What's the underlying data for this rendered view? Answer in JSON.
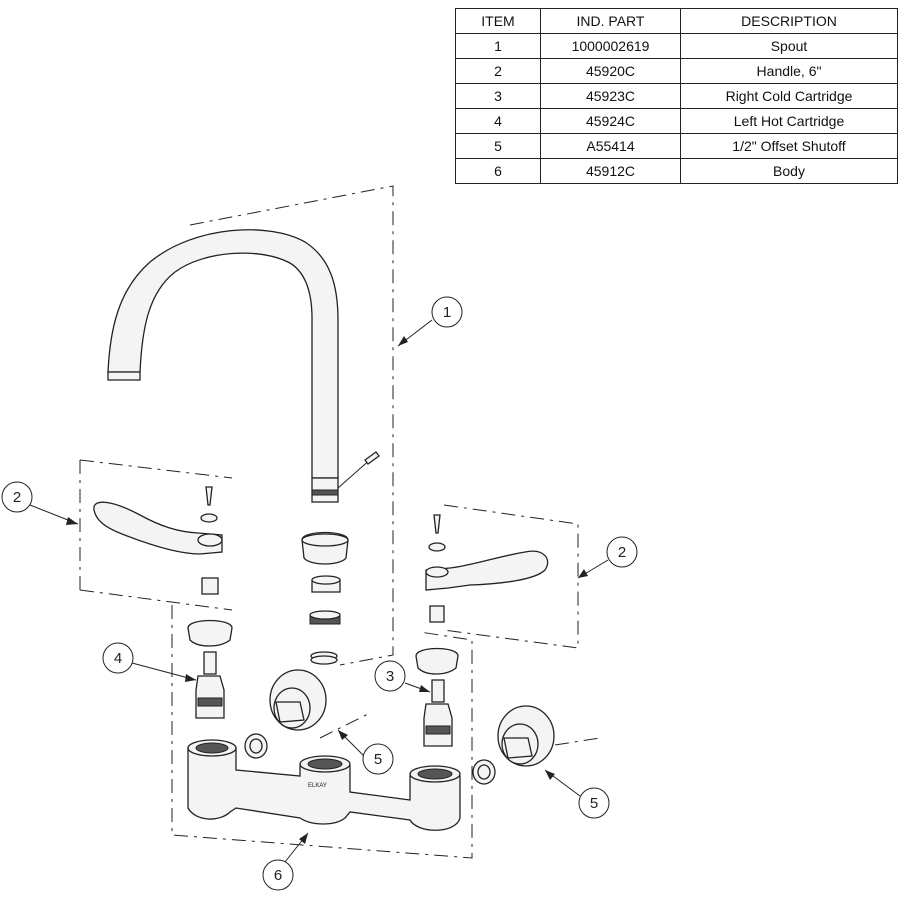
{
  "table": {
    "headers": {
      "item": "ITEM",
      "part": "IND. PART",
      "description": "DESCRIPTION"
    },
    "rows": [
      {
        "item": "1",
        "part": "1000002619",
        "description": "Spout"
      },
      {
        "item": "2",
        "part": "45920C",
        "description": "Handle, 6\""
      },
      {
        "item": "3",
        "part": "45923C",
        "description": "Right Cold Cartridge"
      },
      {
        "item": "4",
        "part": "45924C",
        "description": "Left Hot Cartridge"
      },
      {
        "item": "5",
        "part": "A55414",
        "description": "1/2\" Offset Shutoff"
      },
      {
        "item": "6",
        "part": "45912C",
        "description": "Body"
      }
    ]
  },
  "callouts": {
    "c1": "1",
    "c2_left": "2",
    "c2_right": "2",
    "c3": "3",
    "c4": "4",
    "c5_mid": "5",
    "c5_right": "5",
    "c6": "6"
  },
  "body_marking": "ELKAY"
}
